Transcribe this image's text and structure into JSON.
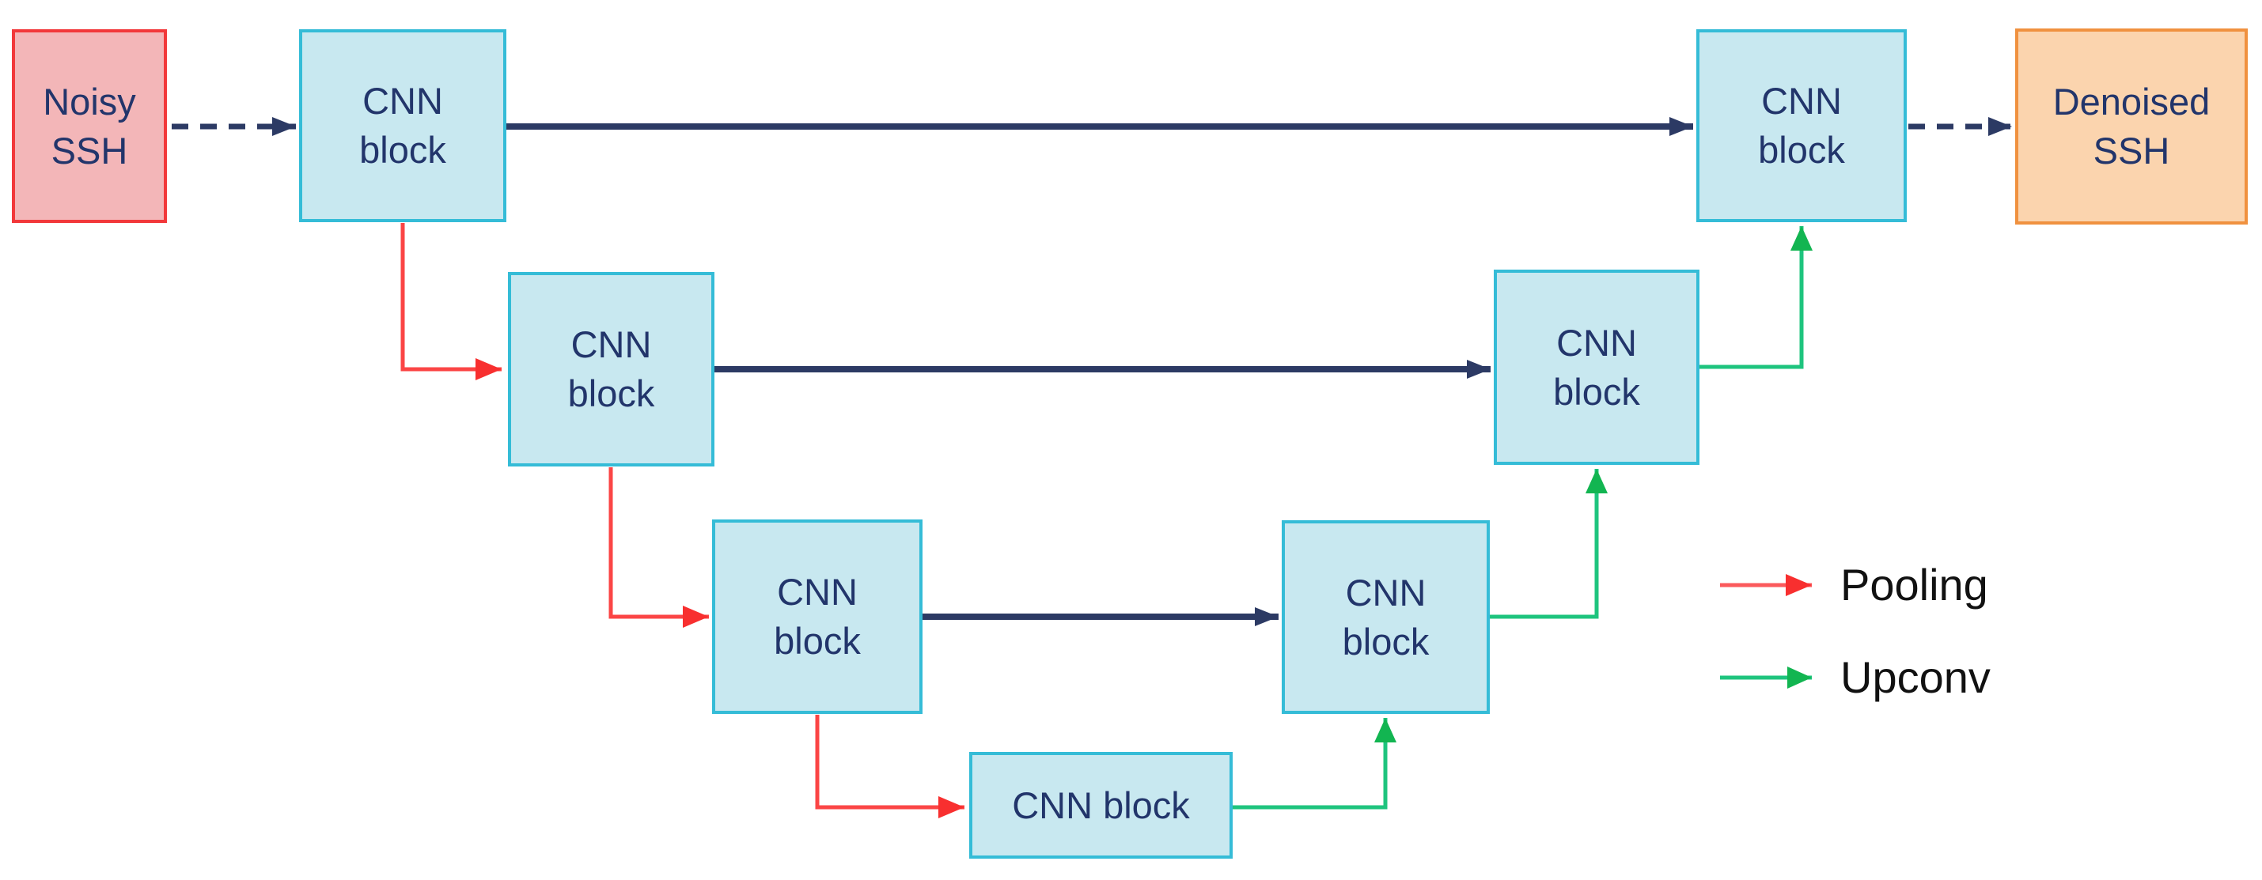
{
  "diagram": {
    "description": "U-Net style CNN architecture for SSH denoising",
    "nodes": {
      "noisy_ssh": {
        "label": "Noisy\nSSH"
      },
      "enc1": {
        "label": "CNN\nblock"
      },
      "enc2": {
        "label": "CNN\nblock"
      },
      "enc3": {
        "label": "CNN\nblock"
      },
      "bottleneck": {
        "label": "CNN block"
      },
      "dec3": {
        "label": "CNN\nblock"
      },
      "dec2": {
        "label": "CNN\nblock"
      },
      "dec1": {
        "label": "CNN\nblock"
      },
      "denoised_ssh": {
        "label": "Denoised\nSSH"
      }
    },
    "edges": [
      {
        "from": "noisy_ssh",
        "to": "enc1",
        "type": "input",
        "style": "dashed-navy"
      },
      {
        "from": "enc1",
        "to": "dec1",
        "type": "skip-connection",
        "style": "solid-navy"
      },
      {
        "from": "enc2",
        "to": "dec2",
        "type": "skip-connection",
        "style": "solid-navy"
      },
      {
        "from": "enc3",
        "to": "dec3",
        "type": "skip-connection",
        "style": "solid-navy"
      },
      {
        "from": "enc1",
        "to": "enc2",
        "type": "pooling",
        "style": "solid-red"
      },
      {
        "from": "enc2",
        "to": "enc3",
        "type": "pooling",
        "style": "solid-red"
      },
      {
        "from": "enc3",
        "to": "bottleneck",
        "type": "pooling",
        "style": "solid-red"
      },
      {
        "from": "bottleneck",
        "to": "dec3",
        "type": "upconv",
        "style": "solid-green"
      },
      {
        "from": "dec3",
        "to": "dec2",
        "type": "upconv",
        "style": "solid-green"
      },
      {
        "from": "dec2",
        "to": "dec1",
        "type": "upconv",
        "style": "solid-green"
      },
      {
        "from": "dec1",
        "to": "denoised_ssh",
        "type": "output",
        "style": "dashed-navy"
      }
    ],
    "legend": {
      "pooling": {
        "label": "Pooling",
        "color": "#fb4545"
      },
      "upconv": {
        "label": "Upconv",
        "color": "#1ec47e"
      }
    },
    "colors": {
      "skip_connection": "#2c3a64",
      "pooling_arrow": "#fb4545",
      "upconv_arrow": "#1ec47e",
      "cnn_block_fill": "#c8e8f0",
      "cnn_block_border": "#35bcd7",
      "noisy_fill": "#f3b6b8",
      "noisy_border": "#f2383a",
      "denoised_fill": "#fbd4ae",
      "denoised_border": "#f0913f",
      "node_text": "#22356b",
      "legend_text": "#111111"
    }
  }
}
